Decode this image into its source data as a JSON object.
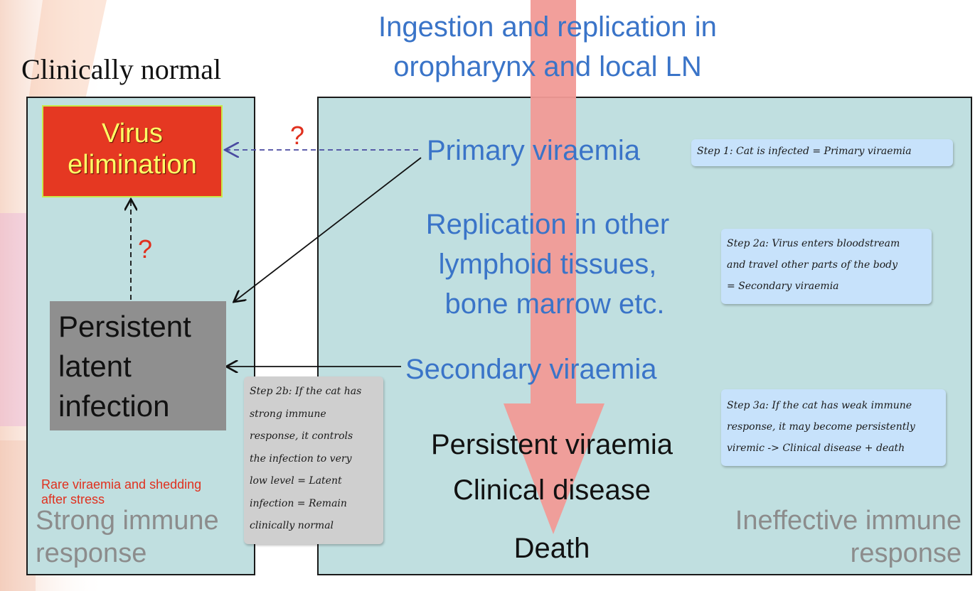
{
  "heading": {
    "clinically_normal": "Clinically normal",
    "ingestion_line1": "Ingestion and replication in",
    "ingestion_line2": "oropharynx and local LN"
  },
  "left_panel": {
    "virus_box_line1": "Virus",
    "virus_box_line2": "elimination",
    "latent_box_lines": [
      "Persistent",
      "latent",
      "infection"
    ],
    "rare_note_line1": "Rare viraemia and shedding",
    "rare_note_line2": "after stress",
    "label_line1": "Strong immune",
    "label_line2": "response"
  },
  "right_panel": {
    "primary_viraemia": "Primary viraemia",
    "replication_lines": [
      "Replication in other",
      "lymphoid tissues,",
      "bone marrow etc."
    ],
    "secondary_viraemia": "Secondary viraemia",
    "persistent_viraemia": "Persistent viraemia",
    "clinical_disease": "Clinical disease",
    "death": "Death",
    "label_line1": "Ineffective immune",
    "label_line2": "response"
  },
  "question_marks": [
    "?",
    "?"
  ],
  "notes": {
    "step1": "Step 1: Cat is infected = Primary viraemia",
    "step2a": [
      "Step 2a: Virus enters bloodstream",
      "and travel other parts of the body",
      "= Secondary viraemia"
    ],
    "step2b": [
      "Step 2b: If the cat has",
      "strong immune",
      "response, it controls",
      "the infection to very",
      "low level = Latent",
      "infection = Remain",
      "clinically normal"
    ],
    "step3a": [
      "Step 3a: If the cat has weak immune",
      "response, it may become persistently",
      "viremic -> Clinical disease + death"
    ]
  },
  "colors": {
    "panel_bg": "#c0dfe0",
    "virus_box_bg": "#e53822",
    "virus_text": "#ffff66",
    "latent_box_bg": "#8f8f8f",
    "heading_blue": "#3a74c8",
    "big_arrow": "#f19a96",
    "question_red": "#e0301e",
    "note_blue": "#c7e2fb",
    "label_gray": "#8c8c8c"
  }
}
